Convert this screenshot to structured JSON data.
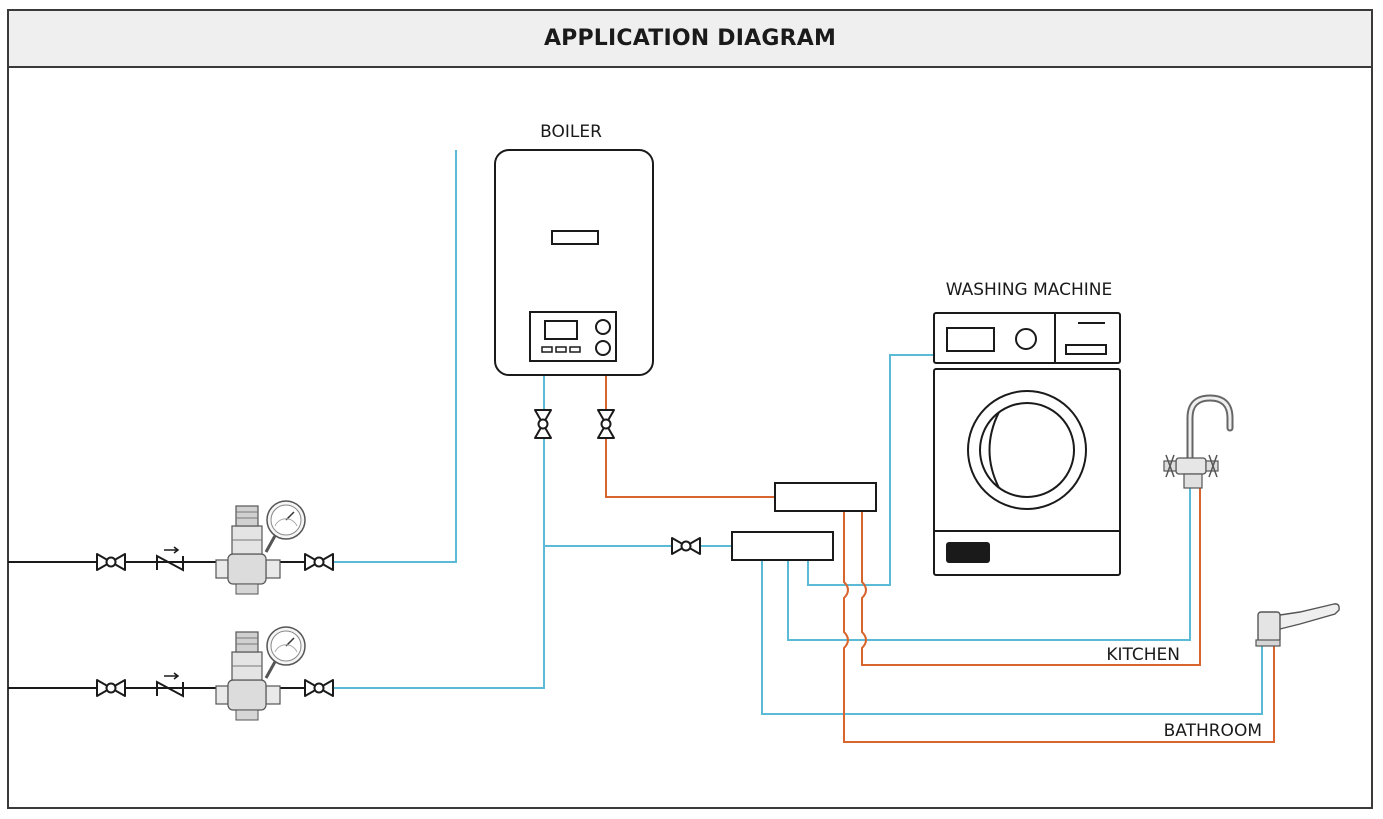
{
  "header": {
    "title": "APPLICATION DIAGRAM"
  },
  "labels": {
    "boiler": "BOILER",
    "washing_machine": "WASHING MACHINE",
    "kitchen": "KITCHEN",
    "bathroom": "BATHROOM"
  },
  "colors": {
    "cold_water": "#5bbbd6",
    "hot_water": "#d9652e",
    "supply_line": "#1a1a1a"
  }
}
